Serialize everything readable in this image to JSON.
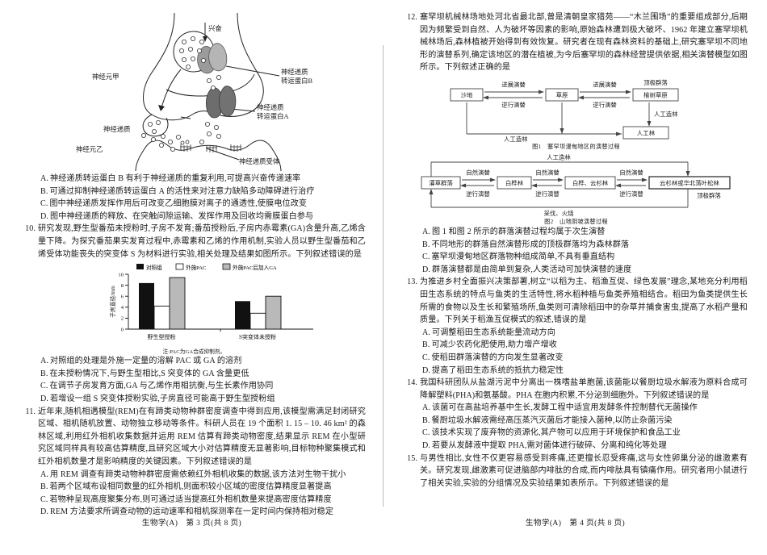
{
  "paper": {
    "subject_footer_left": "生物学(A)",
    "page_left": "第 3 页(共 8 页)",
    "subject_footer_right": "生物学(A)",
    "page_right": "第 4 页(共 8 页)"
  },
  "left_column": {
    "synapse_figure": {
      "labels": {
        "excitation": "兴奋",
        "neuron_a": "神经元甲",
        "neuron_b": "神经元乙",
        "transmitter": "神经递质",
        "transporter_b": "神经递质\n转运蛋白B",
        "transporter_b_l1": "神经递质",
        "transporter_b_l2": "转运蛋白B",
        "transporter_a_l1": "神经递质",
        "transporter_a_l2": "转运蛋白A",
        "receptor": "神经递质受体"
      }
    },
    "q9_options": [
      {
        "mark": "A.",
        "text": "神经递质转运蛋白 B 有利于神经递质的重复利用,可提高兴奋传递速率"
      },
      {
        "mark": "B.",
        "text": "可通过抑制神经递质转运蛋白 A 的活性来对注意力缺陷多动障碍进行治疗"
      },
      {
        "mark": "C.",
        "text": "图中神经递质发挥作用后可改变乙细胞膜对离子的通透性,使膜电位改变"
      },
      {
        "mark": "D.",
        "text": "图中神经递质的释放、在突触间隙运输、发挥作用及回收均需膜蛋白参与"
      }
    ],
    "q10": {
      "num": "10.",
      "stem": "研究发现,野生型番茄未授粉时,子房不发育;番茄授粉后,子房内赤霉素(GA)含量升高,乙烯含量下降。为探究番茄果实发育过程中,赤霉素和乙烯的作用机制,实验人员以野生型番茄和乙烯受体功能丧失的突变体 S 为材料进行实验,相关处理及结果如图所示。下列叙述错误的是",
      "options": [
        {
          "mark": "A.",
          "text": "对照组的处理是外施一定量的溶解 PAC 或 GA 的溶剂"
        },
        {
          "mark": "B.",
          "text": "在未授粉情况下,与野生型相比,S 突变体的 GA 含量更低"
        },
        {
          "mark": "C.",
          "text": "在调节子房发育方面,GA 与乙烯作用相抗衡,与生长素作用协同"
        },
        {
          "mark": "D.",
          "text": "若增设一组 S 突变体授粉实验,子房直径可能高于野生型授粉组"
        }
      ]
    },
    "q11": {
      "num": "11.",
      "stem": "近年来,随机相遇模型(REM)在有蹄类动物种群密度调查中得到应用,该模型需满足封闭研究区域、相机随机放置、动物独立移动等条件。科研人员在 19 个面积 1. 15 – 10. 46 km² 的森林区域,利用红外相机收集数据并运用 REM 估算有蹄类动物密度,结果显示 REM 在小型研究区域同样具有较高估算精度,且研究区域大小对估算精度无显著影响,目标物种聚集模式和红外相机数量才是影响精度的关键因素。下列叙述错误的是",
      "options": [
        {
          "mark": "A.",
          "text": "用 REM 调查有蹄类动物种群密度需依赖红外相机收集的数据,该方法对生物干扰小"
        },
        {
          "mark": "B.",
          "text": "若两个区域布设相同数量的红外相机,则面积较小区域的密度估算精度显著提高"
        },
        {
          "mark": "C.",
          "text": "若物种呈现高度聚集分布,则可通过适当提高红外相机数量来提高密度估算精度"
        },
        {
          "mark": "D.",
          "text": "REM 方法要求所调查动物的运动速率和相机探测率在一定时间内保持相对稳定"
        }
      ]
    }
  },
  "chart_data": {
    "type": "bar",
    "title": "",
    "xlabel": "",
    "ylabel": "子房直径/mm",
    "ylim": [
      0,
      10
    ],
    "yticks": [
      0,
      2,
      4,
      6,
      8,
      10
    ],
    "categories": [
      "野生型授粉",
      "S突变体未授粉"
    ],
    "legend": [
      "对照组",
      "外施PAC",
      "外施PAC后加入GA"
    ],
    "legend_position": "top",
    "grid": false,
    "series": [
      {
        "name": "对照组",
        "values": [
          8.4,
          5.1
        ]
      },
      {
        "name": "外施PAC",
        "values": [
          4.2,
          2.9
        ]
      },
      {
        "name": "外施PAC后加入GA",
        "values": [
          9.4,
          6.0
        ]
      }
    ],
    "note": "注:PAC为GA合成抑制剂。"
  },
  "right_column": {
    "q12": {
      "num": "12.",
      "stem": "塞罕坝机械林场地处河北省最北部,曾是清朝皇家猎苑——“木兰围场”的重要组成部分,后期因为频繁受到自然、人为破坏等因素的影响,原始森林遭到极大破坏、1962 年建立塞罕坝机械林场后,森林植被开始得到有效恢复。研究者在现有森林资料的基础上,研究塞罕坝不同地形的演替系列,确定该地区的潜在植被,为今后塞罕坝的森林经营提供依据,相关演替模型如图所示。下列叙述正确的是",
      "options": [
        {
          "mark": "A.",
          "text": "图 1 和图 2 所示的群落演替过程均属于次生演替"
        },
        {
          "mark": "B.",
          "text": "不同地形的群落自然演替形成的顶极群落均为森林群落"
        },
        {
          "mark": "C.",
          "text": "塞罕坝漫甸地区群落物种组成简单,不具有垂直结构"
        },
        {
          "mark": "D.",
          "text": "群落演替都是由简单到复杂,人类活动可加快演替的速度"
        }
      ]
    },
    "figure1": {
      "caption": "图1　塞罕坝漫甸地区的演替过程",
      "top_label": "顶极群落",
      "nodes": [
        "沙地",
        "草原",
        "榆树草原",
        "人工林"
      ],
      "edge_labels": {
        "forward1": "进展演替",
        "forward2": "进展演替",
        "backward1": "逆行演替",
        "backward2": "逆行演替",
        "afforest_right": "人工造林",
        "afforest_bottom": "人工造林"
      }
    },
    "figure2": {
      "caption": "图2　山地阴坡演替过程",
      "top_label": "人工造林",
      "bottom_label": "采伐、火烧",
      "climax_label": "顶极群落",
      "nodes": [
        "灌草群落",
        "白桦林",
        "白桦、云杉林",
        "云杉林或华北落叶松林"
      ],
      "edge_labels": {
        "forward1": "自然演替",
        "forward2": "自然演替",
        "forward3": "自然演替",
        "backward1": "逆行演替",
        "backward2": "逆行演替",
        "backward3": "逆行演替"
      }
    },
    "q13": {
      "num": "13.",
      "stem": "为推进乡村全面振兴决策部署,树立“以稻为主、稻渔互促、绿色发展”理念,某地充分利用稻田生态系统的特点与鱼类的生活特性,将水稻种植与鱼类养殖相结合。稻田为鱼类提供生长所需的食物以及生长和繁殖场所,鱼类则可清除稻田中的杂草并捕食害虫,提高了水稻产量和质量。下列关于稻渔互促模式的叙述,错误的是",
      "options": [
        {
          "mark": "A.",
          "text": "可调整稻田生态系统能量流动方向"
        },
        {
          "mark": "B.",
          "text": "可减少农药化肥使用,助力增产增收"
        },
        {
          "mark": "C.",
          "text": "使稻田群落演替的方向发生显著改变"
        },
        {
          "mark": "D.",
          "text": "提高了稻田生态系统的抵抗力稳定性"
        }
      ]
    },
    "q14": {
      "num": "14.",
      "stem": "我国科研团队从盐湖污泥中分离出一株嗜盐单胞菌,该菌能以餐厨垃圾水解液为原料合成可降解塑料(PHA)和氨基酸。PHA 在胞内积累,不分泌到细胞外。下列叙述错误的是",
      "options": [
        {
          "mark": "A.",
          "text": "该菌可在高盐培养基中生长,发酵工程中适宜用发酵条件控制替代无菌操作"
        },
        {
          "mark": "B.",
          "text": "餐厨垃圾水解液需经高压蒸汽灭菌后才能接入菌种,以防止杂菌污染"
        },
        {
          "mark": "C.",
          "text": "该技术实现了废弃物的资源化,其产物可以应用于环境保护和食品工业"
        },
        {
          "mark": "D.",
          "text": "若要从发酵液中提取 PHA,需对菌体进行破碎、分离和纯化等处理"
        }
      ]
    },
    "q15": {
      "num": "15.",
      "stem": "与男性相比,女性不仅更容易感受到疼痛,还更擅长忍受疼痛,这与女性卵巢分泌的雌激素有关。研究发现,雌激素可促进脑部内啡肽的合成,而内啡肽具有镇痛作用。研究者用小鼠进行了相关实验,实验的分组情况及实验结果如表所示。下列叙述错误的是"
    }
  }
}
